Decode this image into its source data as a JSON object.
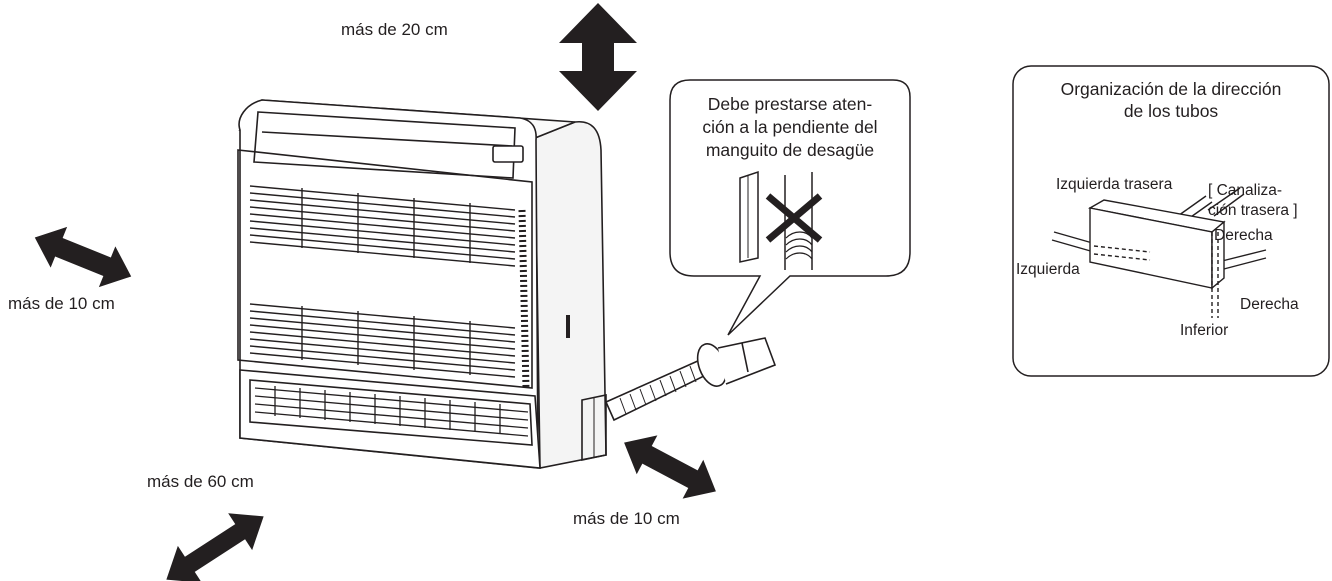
{
  "clearances": {
    "top": "más de 20 cm",
    "left": "más de 10 cm",
    "front": "más de 60 cm",
    "right": "más de 10 cm"
  },
  "drain_note": {
    "lines": [
      "Debe prestarse aten-",
      "ción a la pendiente del",
      "manguito de desagüe"
    ]
  },
  "pipe_box": {
    "title_lines": [
      "Organización de la dirección",
      "de los tubos"
    ],
    "rear_left": "Izquierda trasera",
    "rear_piping_lines": [
      "[ Canaliza-",
      "ción trasera ]"
    ],
    "right_upper": "Derecha",
    "left": "Izquierda",
    "right_lower": "Derecha",
    "bottom": "Inferior"
  }
}
